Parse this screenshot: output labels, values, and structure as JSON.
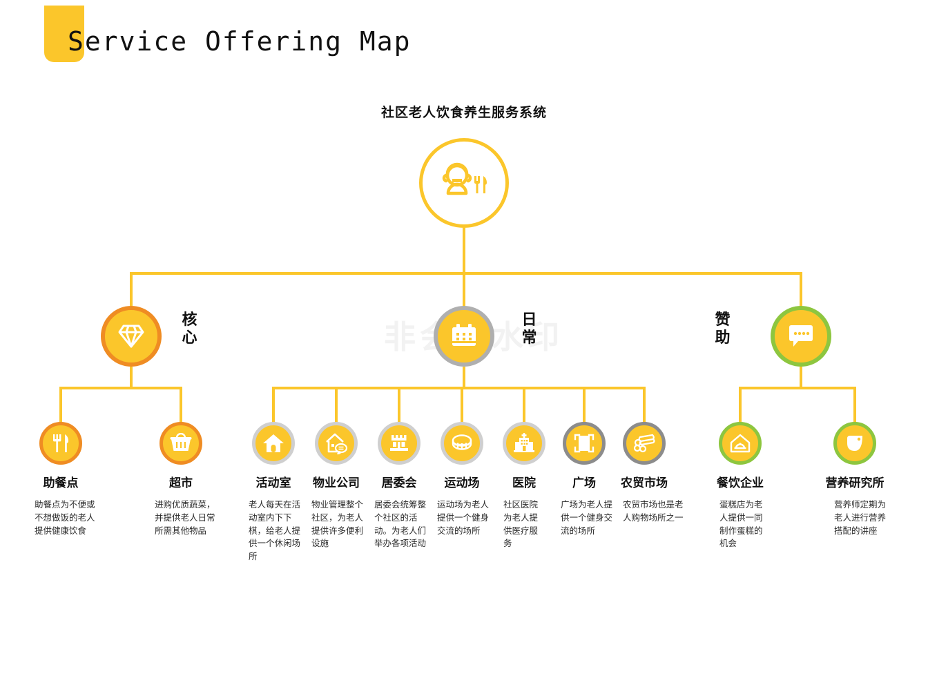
{
  "header": {
    "title": "Service Offering Map",
    "accent_color": "#FBC62B"
  },
  "watermark": {
    "text": "非会员水印"
  },
  "root": {
    "title": "社区老人饮食养生服务系统",
    "icon": "elderly-person-meal-icon",
    "ring_color": "#FBC62B"
  },
  "branches": [
    {
      "label": "核心",
      "icon": "diamond-icon",
      "ring_color": "#EF8C23",
      "fill_color": "#FBC62B",
      "label_side": "right"
    },
    {
      "label": "日常",
      "icon": "calendar-icon",
      "ring_color": "#AFAFAF",
      "fill_color": "#FBC62B",
      "label_side": "right"
    },
    {
      "label": "赞助",
      "icon": "chat-bubble-icon",
      "ring_color": "#8DC63F",
      "fill_color": "#FBC62B",
      "label_side": "left"
    }
  ],
  "leaves": [
    {
      "label": "助餐点",
      "icon": "fork-knife-icon",
      "ring_color": "#EF8C23",
      "desc": "助餐点为不便或不想做饭的老人提供健康饮食"
    },
    {
      "label": "超市",
      "icon": "shopping-basket-icon",
      "ring_color": "#EF8C23",
      "desc": "进购优质蔬菜，并提供老人日常所需其他物品"
    },
    {
      "label": "活动室",
      "icon": "house-icon",
      "ring_color": "#CFCFCF",
      "desc": "老人每天在活动室内下下棋，给老人提供一个休闲场所"
    },
    {
      "label": "物业公司",
      "icon": "house-chat-icon",
      "ring_color": "#CFCFCF",
      "desc": "物业管理整个社区，为老人提供许多便利设施"
    },
    {
      "label": "居委会",
      "icon": "community-gate-icon",
      "ring_color": "#CFCFCF",
      "desc": "居委会统筹整个社区的活动。为老人们举办各项活动"
    },
    {
      "label": "运动场",
      "icon": "stadium-icon",
      "ring_color": "#CFCFCF",
      "desc": "运动场为老人提供一个健身交流的场所"
    },
    {
      "label": "医院",
      "icon": "hospital-icon",
      "ring_color": "#CFCFCF",
      "desc": "社区医院为老人提供医疗服务"
    },
    {
      "label": "广场",
      "icon": "square-frame-icon",
      "ring_color": "#8C8C8C",
      "desc": "广场为老人提供一个健身交流的场所"
    },
    {
      "label": "农贸市场",
      "icon": "produce-bundle-icon",
      "ring_color": "#8C8C8C",
      "desc": "农贸市场也是老人购物场所之一"
    },
    {
      "label": "餐饮企业",
      "icon": "house-food-dome-icon",
      "ring_color": "#8DC63F",
      "desc": "蛋糕店为老人提供一同制作蛋糕的机会"
    },
    {
      "label": "营养研究所",
      "icon": "leaf-icon",
      "ring_color": "#8DC63F",
      "desc": "营养师定期为老人进行营养搭配的讲座"
    }
  ]
}
